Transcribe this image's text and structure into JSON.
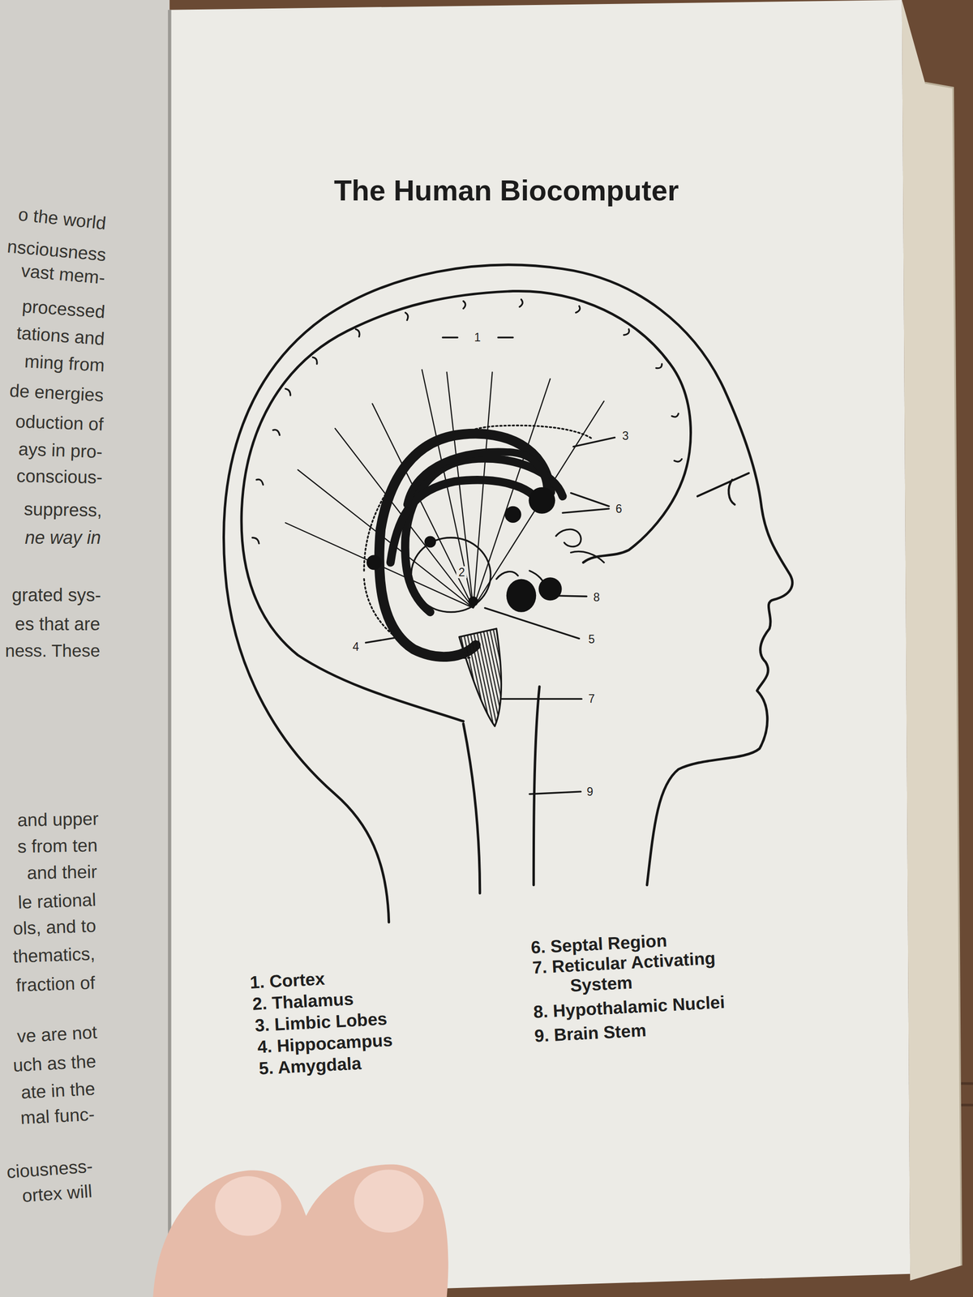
{
  "diagram": {
    "title": "The Human Biocomputer",
    "labels": [
      "o the world",
      "nsciousness",
      "vast mem-",
      "processed",
      "tations and",
      "ming from",
      "de energies",
      "oduction of",
      "ays in pro-",
      "conscious-",
      "suppress,",
      "ne way in",
      "grated sys-",
      "es that are",
      "ness. These",
      "and upper",
      "s from ten",
      "and their",
      "le rational",
      "ols, and to",
      "thematics,",
      "fraction of",
      "ve are not",
      "uch as the",
      "ate in the",
      "mal func-",
      "ciousness-",
      "ortex will",
      "1",
      "2",
      "3",
      "4",
      "5",
      "6",
      "7",
      "8",
      "9",
      "1. Cortex",
      "2. Thalamus",
      "3. Limbic Lobes",
      "4. Hippocampus",
      "5. Amygdala",
      "6. Septal Region",
      "7. Reticular Activating System",
      "8. Hypothalamic Nuclei",
      "9. Brain Stem"
    ]
  }
}
